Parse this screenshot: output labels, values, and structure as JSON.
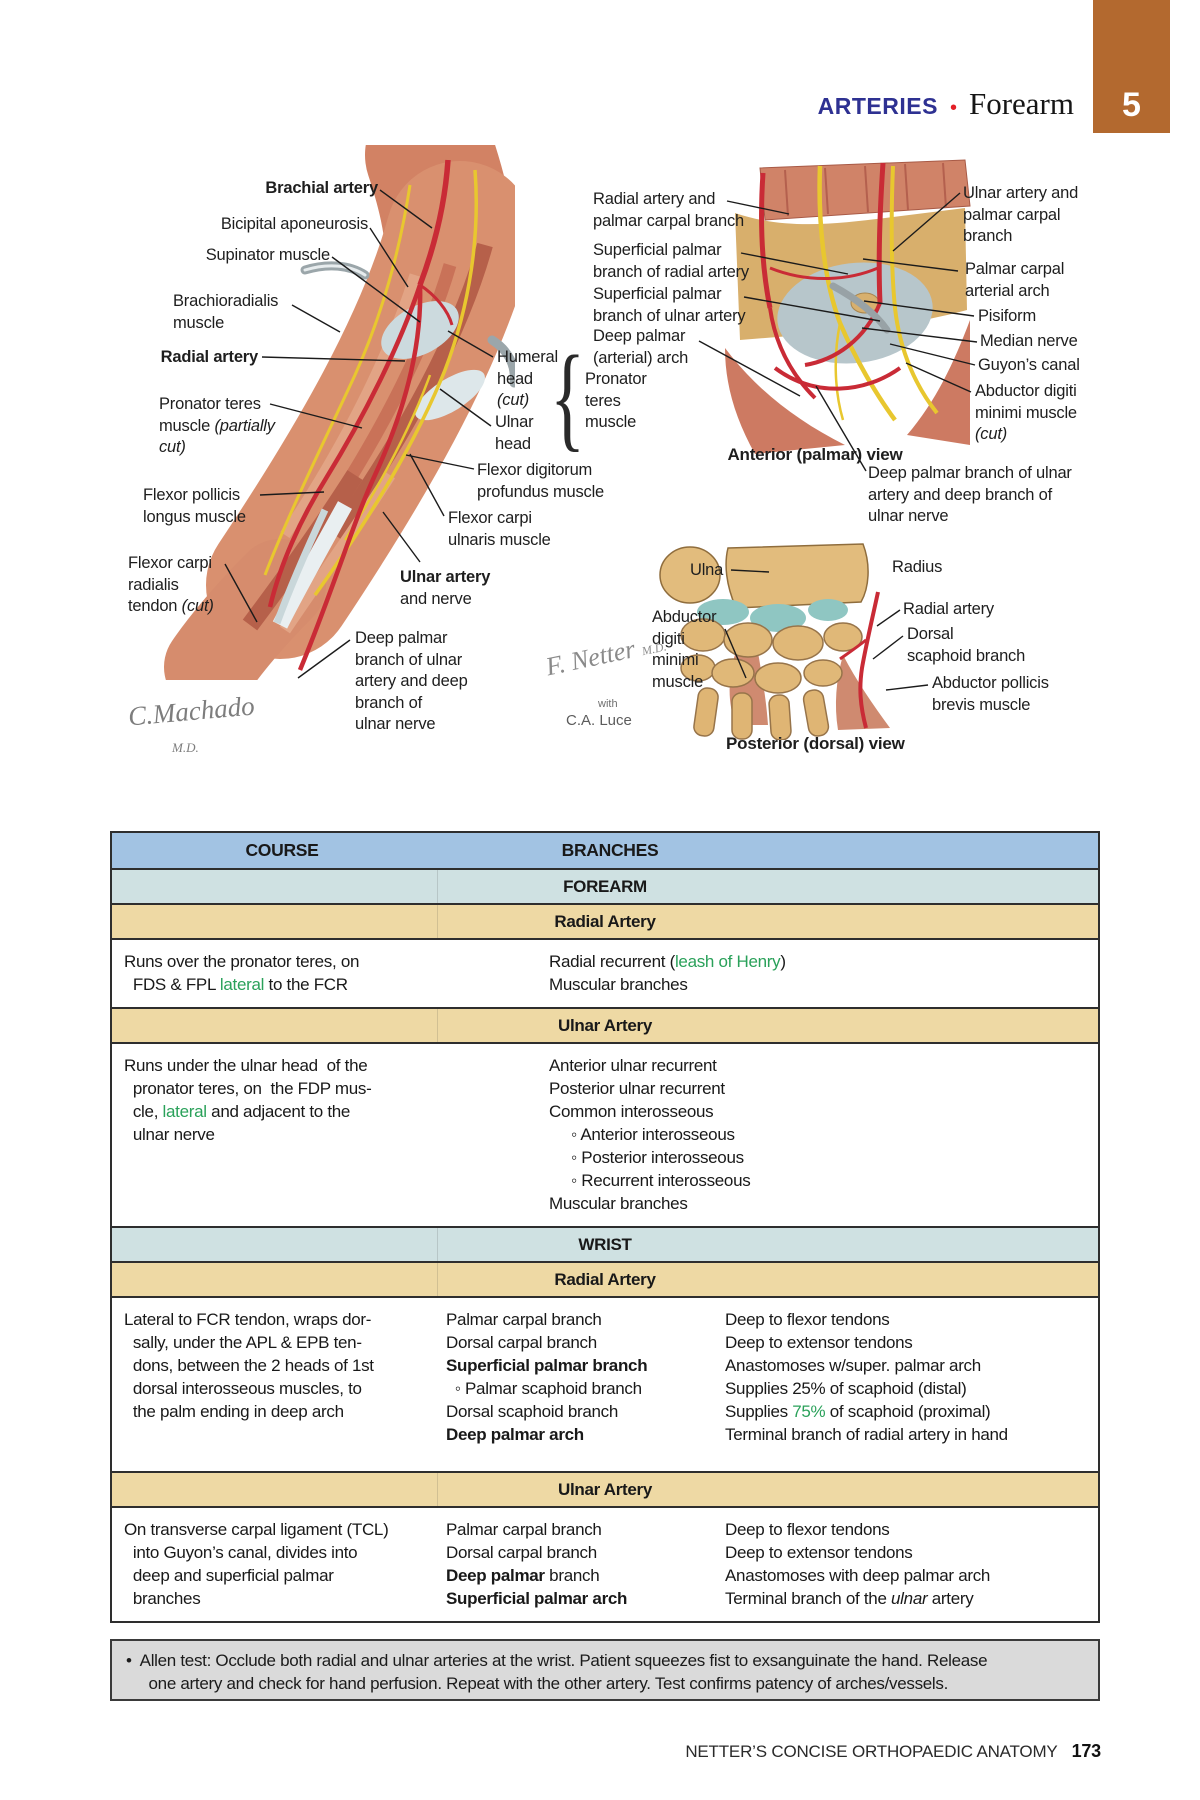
{
  "header": {
    "section": "ARTERIES",
    "separator": "•",
    "topic": "Forearm",
    "chapter_number": "5"
  },
  "figure": {
    "left": {
      "brachial_artery": "Brachial artery",
      "bicipital_aponeurosis": "Bicipital aponeurosis",
      "supinator_muscle": "Supinator muscle",
      "brachioradialis_muscle": "Brachioradialis\nmuscle",
      "radial_artery": "Radial artery",
      "pronator_teres_main": "Pronator teres\nmuscle ",
      "pronator_teres_cut": "(partially\ncut)",
      "flexor_pollicis_longus": "Flexor pollicis\nlongus muscle",
      "flexor_carpi_radialis_main": "Flexor carpi\nradialis\ntendon ",
      "flexor_carpi_radialis_cut": "(cut)",
      "humeral_head_main": "Humeral\nhead\n",
      "humeral_head_cut": "(cut)",
      "ulnar_head": "Ulnar\nhead",
      "brace": "{",
      "pronator_teres_group": "Pronator\nteres\nmuscle",
      "flexor_digitorum_profundus": "Flexor digitorum\nprofundus muscle",
      "flexor_carpi_ulnaris": "Flexor carpi\nulnaris muscle",
      "ulnar_artery_bold": "Ulnar artery",
      "ulnar_artery_rest": "\nand nerve",
      "deep_palmar_branch": "Deep palmar\nbranch of ulnar\nartery and deep\nbranch of\nulnar nerve"
    },
    "palmar": {
      "radial_artery_branch": "Radial artery and\npalmar carpal branch",
      "superficial_radial": "Superficial palmar\nbranch of radial artery",
      "superficial_ulnar": "Superficial palmar\nbranch of ulnar artery",
      "deep_palmar_arch": "Deep palmar\n(arterial) arch",
      "ulnar_artery_branch": "Ulnar artery and\npalmar carpal\nbranch",
      "palmar_carpal_arch": "Palmar carpal\narterial arch",
      "pisiform": "Pisiform",
      "median_nerve": "Median nerve",
      "guyons_canal": "Guyon’s canal",
      "abductor_digiti_minimi_main": "Abductor digiti\nminimi muscle\n",
      "abductor_digiti_minimi_cut": "(cut)",
      "caption": "Anterior (palmar) view",
      "deep_palmar_branch_nerve": "Deep palmar branch of ulnar\nartery and deep branch of\nulnar nerve"
    },
    "dorsal": {
      "ulna": "Ulna",
      "radius": "Radius",
      "abductor_digiti_minimi": "Abductor\ndigiti\nminimi\nmuscle",
      "radial_artery": "Radial artery",
      "dorsal_scaphoid": "Dorsal\nscaphoid branch",
      "abductor_pollicis": "Abductor pollicis\nbrevis muscle",
      "caption": "Posterior (dorsal) view"
    },
    "signatures": {
      "machado": "C.Machado",
      "machado_md": "M.D.",
      "netter": "F. Netter",
      "netter_md": "M.D.",
      "with_text": "with",
      "luce": "C.A. Luce"
    }
  },
  "table": {
    "headers": {
      "course": "COURSE",
      "branches": "BRANCHES"
    },
    "sections": {
      "forearm": "FOREARM",
      "wrist": "WRIST"
    },
    "artery_bands": {
      "radial": "Radial Artery",
      "ulnar": "Ulnar Artery"
    },
    "forearm_radial": {
      "course_1": "Runs over the pronator teres, on\n  FDS & FPL ",
      "course_green": "lateral",
      "course_2": " to the FCR",
      "branches_1": "Radial recurrent (",
      "branches_green": "leash of Henry",
      "branches_2": ")\nMuscular branches"
    },
    "forearm_ulnar": {
      "course_1": "Runs under the ulnar head  of the\n  pronator teres, on  the FDP mus-\n  cle, ",
      "course_green": "lateral",
      "course_2": " and adjacent to the\n  ulnar nerve",
      "branches": "Anterior ulnar recurrent\nPosterior ulnar recurrent\nCommon interosseous\n     ◦ Anterior interosseous\n     ◦ Posterior interosseous\n     ◦ Recurrent interosseous\nMuscular branches"
    },
    "wrist_radial": {
      "course": "Lateral to FCR tendon, wraps dor-\n  sally, under the APL & EPB ten-\n  dons, between the 2 heads of 1st\n  dorsal interosseous muscles, to\n  the palm ending in deep arch",
      "branches_1": "Palmar carpal branch\nDorsal carpal branch\n",
      "branches_bold_1": "Superficial palmar branch",
      "branches_2": "\n  ◦ Palmar scaphoid branch\nDorsal scaphoid branch\n",
      "branches_bold_2": "Deep palmar arch",
      "notes_1": "Deep to flexor tendons\nDeep to extensor tendons\nAnastomoses w/super. palmar arch\nSupplies 25% of scaphoid (distal)\nSupplies ",
      "notes_green": "75%",
      "notes_2": " of scaphoid (proximal)\nTerminal branch of radial artery in hand"
    },
    "wrist_ulnar": {
      "course": "On transverse carpal ligament (TCL)\n  into Guyon’s canal, divides into\n  deep and superficial palmar\n  branches",
      "branches_1": "Palmar carpal branch\nDorsal carpal branch\n",
      "branches_bold_1": "Deep palmar",
      "branches_2": " branch\n",
      "branches_bold_2": "Superficial palmar arch",
      "notes_1": "Deep to flexor tendons\nDeep to extensor tendons\nAnastomoses with deep palmar arch\nTerminal branch of the ",
      "notes_italic": "ulnar",
      "notes_2": " artery"
    }
  },
  "note": {
    "bullet": "•",
    "text": "Allen test: Occlude both radial and ulnar arteries at the wrist. Patient squeezes fist to exsanguinate the hand. Release\n  one artery and check for hand perfusion. Repeat with the other artery. Test confirms patency of arches/vessels."
  },
  "footer": {
    "book": "NETTER’S CONCISE ORTHOPAEDIC ANATOMY",
    "page": "173"
  }
}
